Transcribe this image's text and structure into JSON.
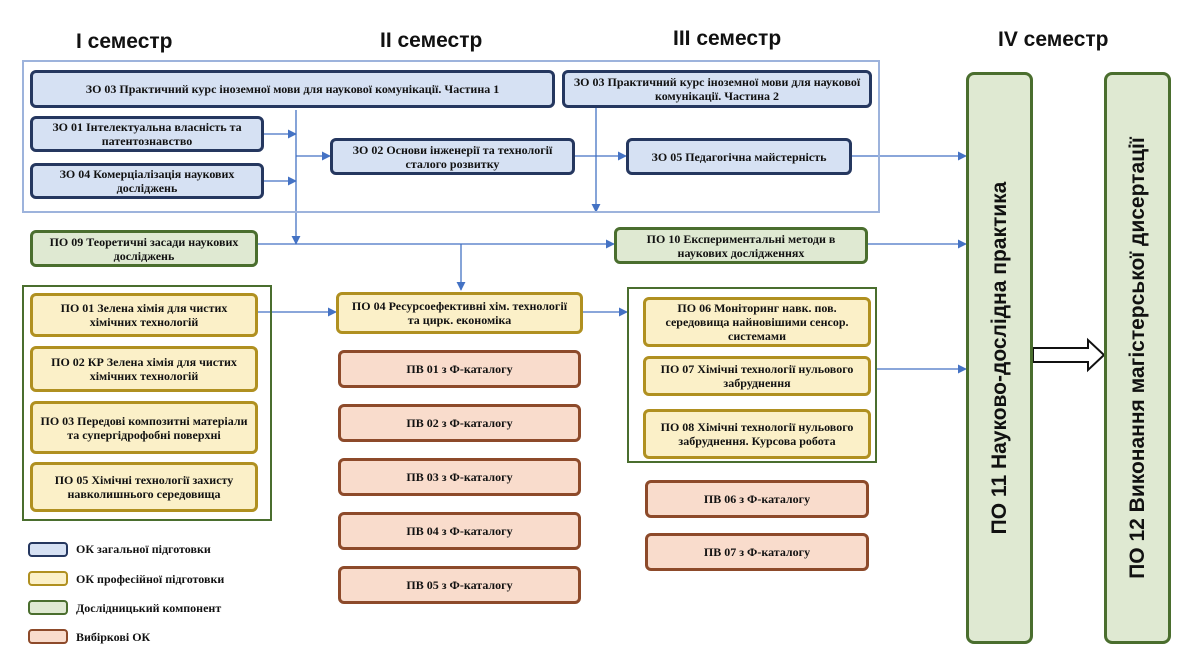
{
  "headers": {
    "s1": "I семестр",
    "s2": "II семестр",
    "s3": "III семестр",
    "s4": "IV семестр"
  },
  "boxes": {
    "zo03a": "ЗО 03 Практичний курс іноземної мови для наукової комунікації. Частина 1",
    "zo03b": "ЗО 03 Практичний курс іноземної мови для наукової комунікації. Частина 2",
    "zo01": "ЗО 01 Інтелектуальна власність та патентознавство",
    "zo04": "ЗО 04 Комерціалізація наукових досліджень",
    "zo02": "ЗО 02 Основи інженерії та технології сталого розвитку",
    "zo05": "ЗО 05 Педагогічна майстерність",
    "po09": "ПО 09 Теоретичні засади наукових досліджень",
    "po10": "ПО 10 Експериментальні методи в наукових дослідженнях",
    "po01": "ПО 01 Зелена хімія для чистих хімічних технологій",
    "po02": "ПО 02 КР Зелена хімія для чистих хімічних технологій",
    "po03": "ПО 03 Передові композитні матеріали та супергідрофобні поверхні",
    "po05": "ПО 05 Хімічні технології захисту навколишнього середовища",
    "po04": "ПО 04 Ресурсоефективні хім. технології та цирк. економіка",
    "po06": "ПО 06 Моніторинг навк. пов. середовища найновішими сенсор. системами",
    "po07": "ПО 07 Хімічні технології нульового забруднення",
    "po08": "ПО 08 Хімічні технології нульового забруднення. Курсова робота",
    "pv01": "ПВ 01 з Ф-каталогу",
    "pv02": "ПВ 02 з Ф-каталогу",
    "pv03": "ПВ 03 з Ф-каталогу",
    "pv04": "ПВ 04 з Ф-каталогу",
    "pv05": "ПВ 05 з Ф-каталогу",
    "pv06": "ПВ 06 з Ф-каталогу",
    "pv07": "ПВ 07 з Ф-каталогу",
    "po11": "ПО 11 Науково-дослідна практика",
    "po12": "ПО 12 Виконання магістерської дисертації"
  },
  "legend": [
    {
      "label": "ОК загальної підготовки",
      "color": "#d6e1f3",
      "border": "#25375f"
    },
    {
      "label": "ОК професійної підготовки",
      "color": "#fbf0c8",
      "border": "#b09020"
    },
    {
      "label": "Дослідницький компонент",
      "color": "#dfe9d2",
      "border": "#4a6e2e"
    },
    {
      "label": "Вибіркові ОК",
      "color": "#f9dccc",
      "border": "#8d4a2a"
    }
  ]
}
